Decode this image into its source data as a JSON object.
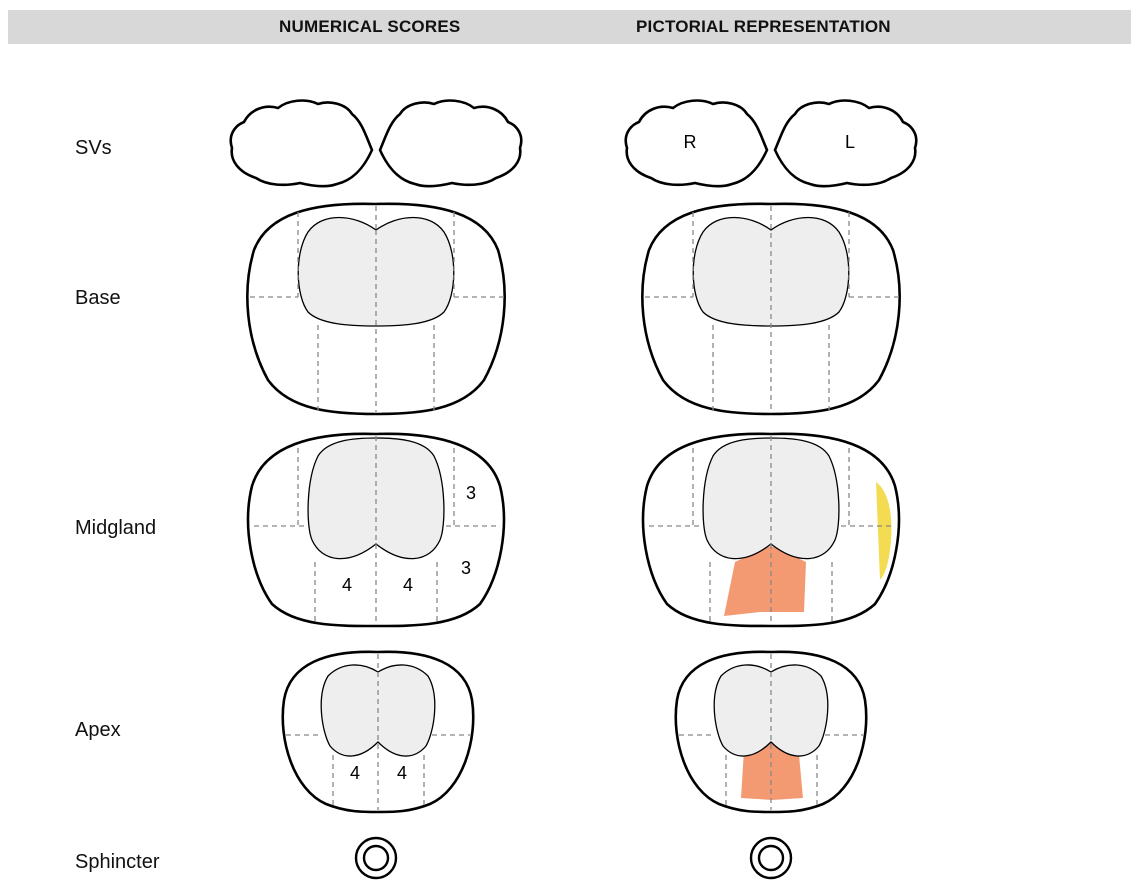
{
  "headers": {
    "numerical": "NUMERICAL SCORES",
    "pictorial": "PICTORIAL REPRESENTATION"
  },
  "rows": {
    "svs": "SVs",
    "base": "Base",
    "midgland": "Midgland",
    "apex": "Apex",
    "sphincter": "Sphincter"
  },
  "sv_labels": {
    "right": "R",
    "left": "L"
  },
  "scores": {
    "midgland_right_top": "3",
    "midgland_right_bottom": "3",
    "midgland_inner_left": "4",
    "midgland_inner_right": "4",
    "apex_inner_left": "4",
    "apex_inner_right": "4"
  },
  "colors": {
    "header_bar": "#d8d8d8",
    "transition_zone": "#eeeeee",
    "score_4": "#f49a73",
    "score_3": "#f3dc52"
  }
}
